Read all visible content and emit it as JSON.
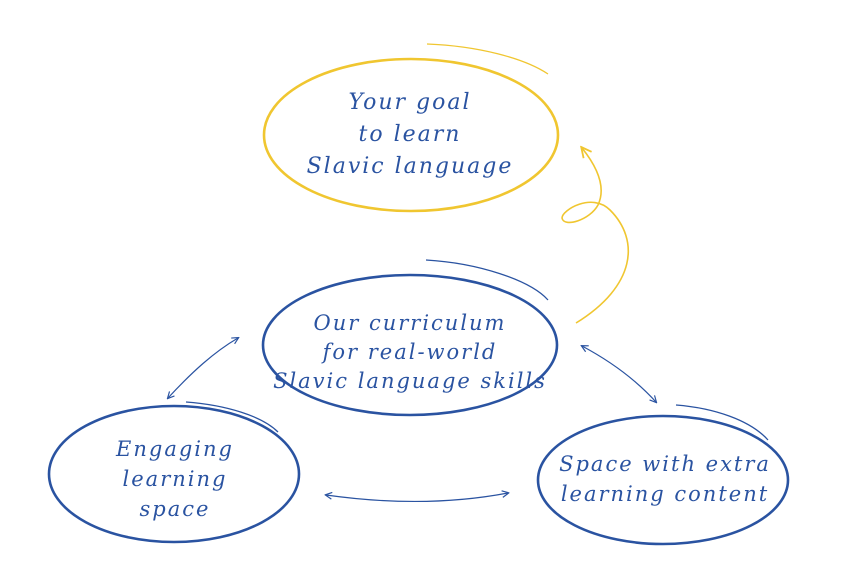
{
  "diagram": {
    "colors": {
      "primary": "#2a53a1",
      "accent": "#f0c630"
    },
    "nodes": {
      "goal": {
        "lines": [
          "Your goal",
          "to learn",
          "Slavic language"
        ]
      },
      "curriculum": {
        "lines": [
          "Our curriculum",
          "for real-world",
          "Slavic language skills"
        ]
      },
      "engaging": {
        "lines": [
          "Engaging",
          "learning",
          "space"
        ]
      },
      "extra": {
        "lines": [
          "Space with extra",
          "learning content"
        ]
      }
    }
  }
}
